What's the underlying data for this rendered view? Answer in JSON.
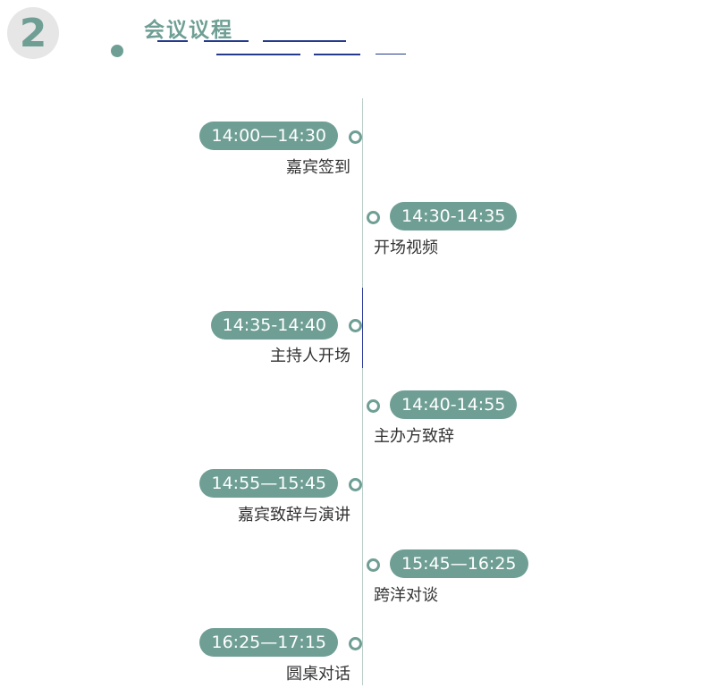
{
  "section_number": "2",
  "title": "会议议程",
  "agenda": [
    {
      "time": "14:00—14:30",
      "label": "嘉宾签到"
    },
    {
      "time": "14:30-14:35",
      "label": "开场视频"
    },
    {
      "time": "14:35-14:40",
      "label": "主持人开场"
    },
    {
      "time": "14:40-14:55",
      "label": "主办方致辞"
    },
    {
      "time": "14:55—15:45",
      "label": "嘉宾致辞与演讲"
    },
    {
      "time": "15:45—16:25",
      "label": "跨洋对谈"
    },
    {
      "time": "16:25—17:15",
      "label": "圆桌对话"
    }
  ],
  "colors": {
    "accent": "#6f9f94",
    "line_blue": "#243a8c",
    "badge_bg": "#e6e6e6",
    "text": "#333333"
  }
}
